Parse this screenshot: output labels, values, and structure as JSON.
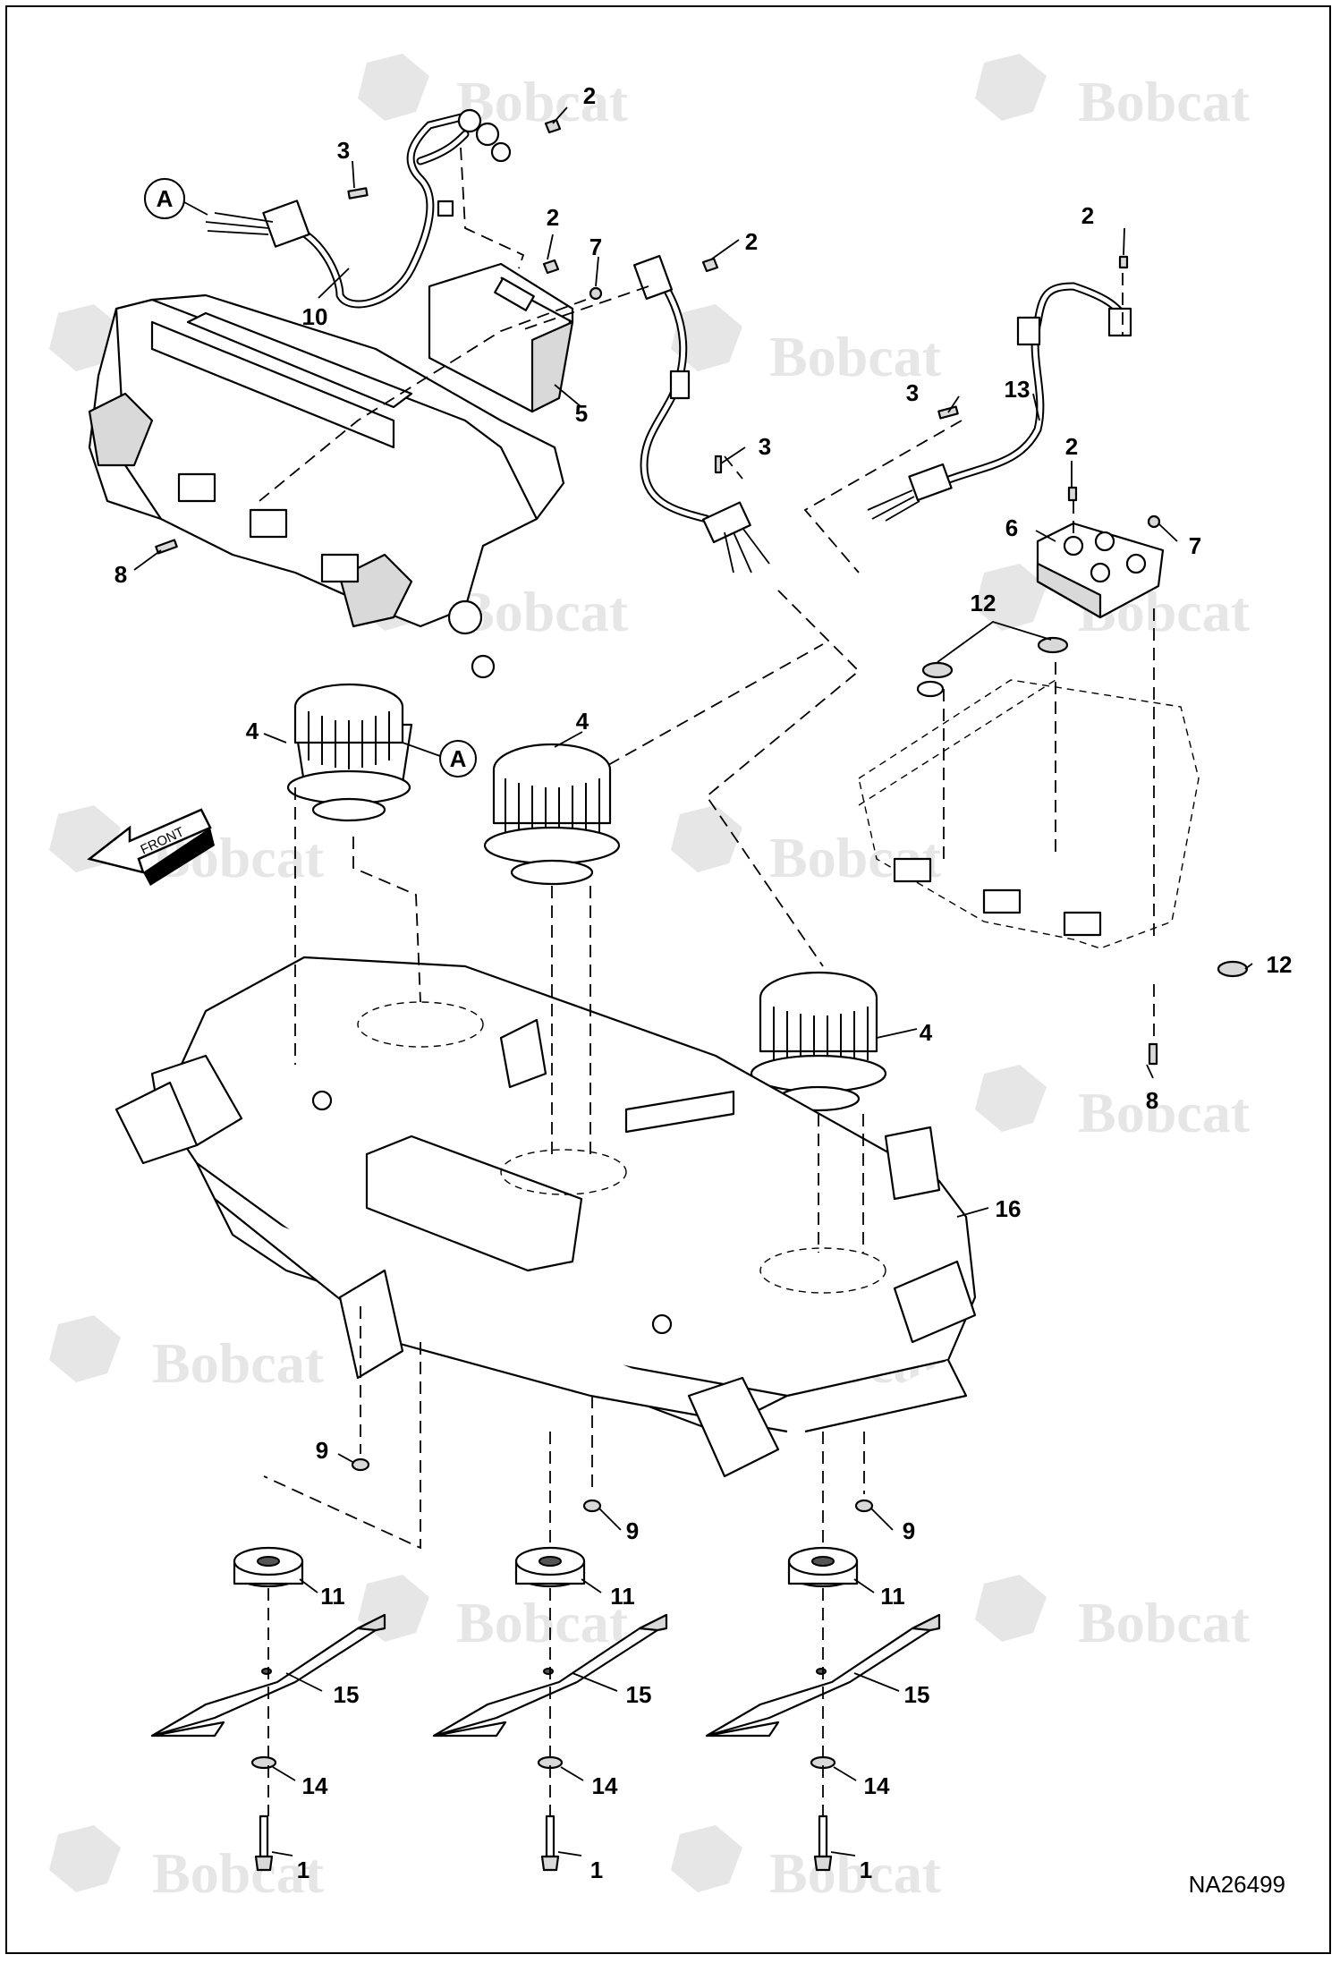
{
  "drawing": {
    "code": "NA26499",
    "watermark_text": "Bobcat",
    "front_arrow_label": "FRONT",
    "detail_reference": "A"
  },
  "callouts": {
    "c1a": "1",
    "c1b": "1",
    "c1c": "1",
    "c2a": "2",
    "c2b": "2",
    "c2c": "2",
    "c2d": "2",
    "c2e": "2",
    "c3a": "3",
    "c3b": "3",
    "c3c": "3",
    "c4a": "4",
    "c4b": "4",
    "c4c": "4",
    "c5": "5",
    "c6": "6",
    "c7a": "7",
    "c7b": "7",
    "c8a": "8",
    "c8b": "8",
    "c9a": "9",
    "c9b": "9",
    "c9c": "9",
    "c10": "10",
    "c11a": "11",
    "c11b": "11",
    "c11c": "11",
    "c12a": "12",
    "c12b": "12",
    "c13": "13",
    "c14a": "14",
    "c14b": "14",
    "c14c": "14",
    "c15a": "15",
    "c15b": "15",
    "c15c": "15",
    "c16": "16"
  },
  "colors": {
    "line": "#000000",
    "watermark": "#e6e6e6",
    "shade": "#d9d9d9",
    "background": "#ffffff"
  },
  "icons": [
    "bobcat-logo-watermark",
    "front-direction-arrow",
    "detail-reference-circle"
  ]
}
